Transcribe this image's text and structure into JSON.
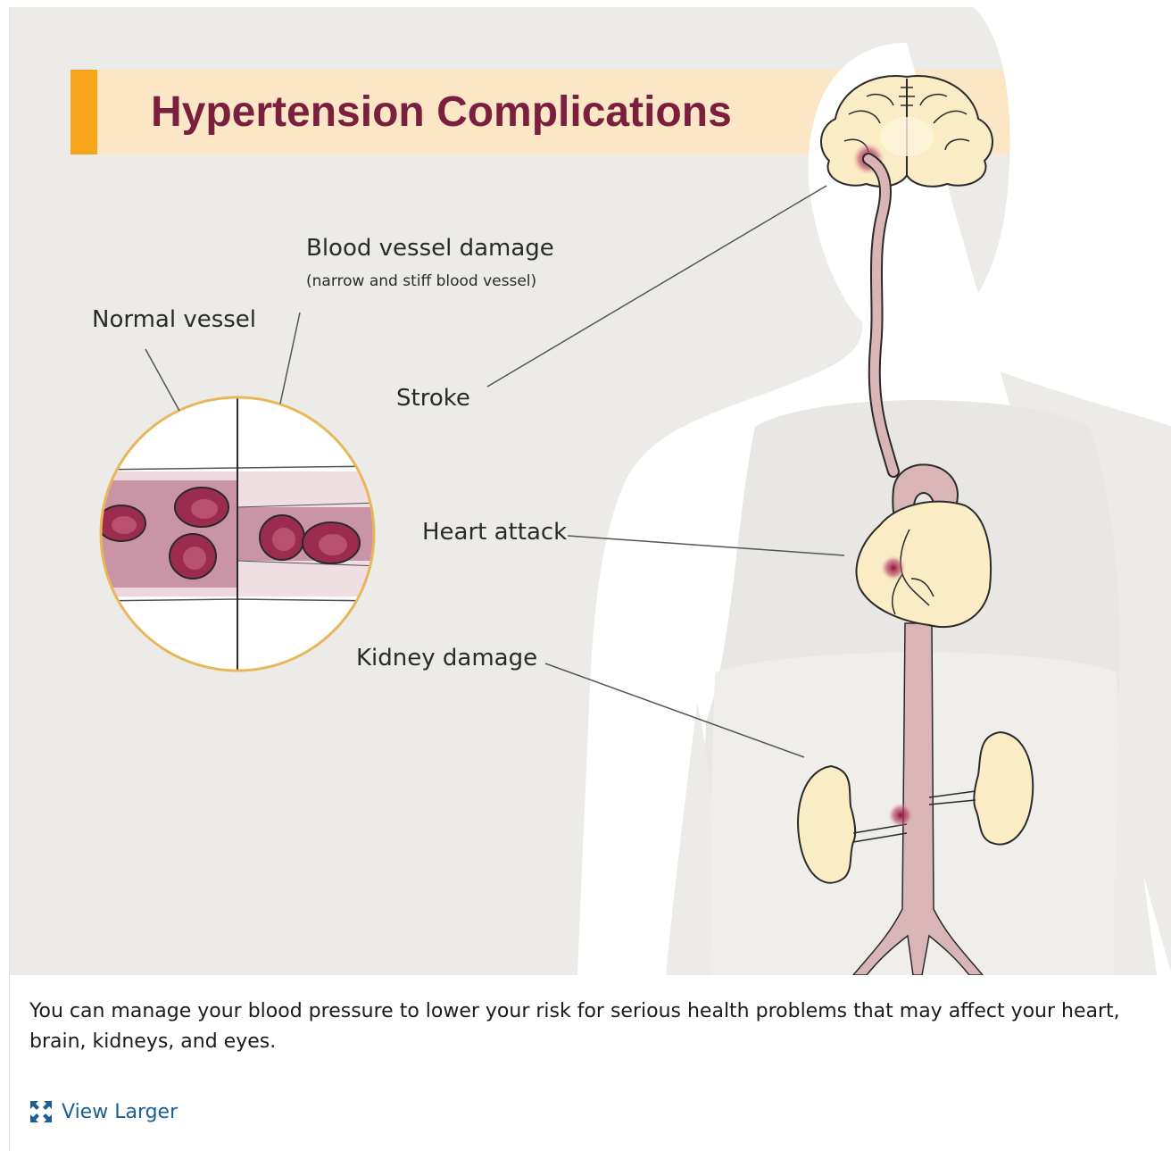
{
  "figure": {
    "title": "Hypertension Complications",
    "labels": {
      "blood_vessel_damage": "Blood vessel damage",
      "blood_vessel_damage_note": "(narrow and stiff blood vessel)",
      "normal_vessel": "Normal vessel",
      "stroke": "Stroke",
      "heart_attack": "Heart attack",
      "kidney_damage": "Kidney damage"
    },
    "colors": {
      "title": "#7a1f3d",
      "banner": "#fbe7c6",
      "banner_accent": "#f6a51a",
      "background": "#ecebe8",
      "body": "#ffffff",
      "organ": "#faecc4",
      "vessel": "#d9b5b8",
      "blood_cell": "#9b2c50",
      "lesion": "#8a1338"
    }
  },
  "caption": "You can manage your blood pressure to lower your risk for serious health problems that may affect your heart, brain, kidneys, and eyes.",
  "actions": {
    "view_larger_label": "View Larger",
    "view_larger_icon": "expand-icon"
  }
}
